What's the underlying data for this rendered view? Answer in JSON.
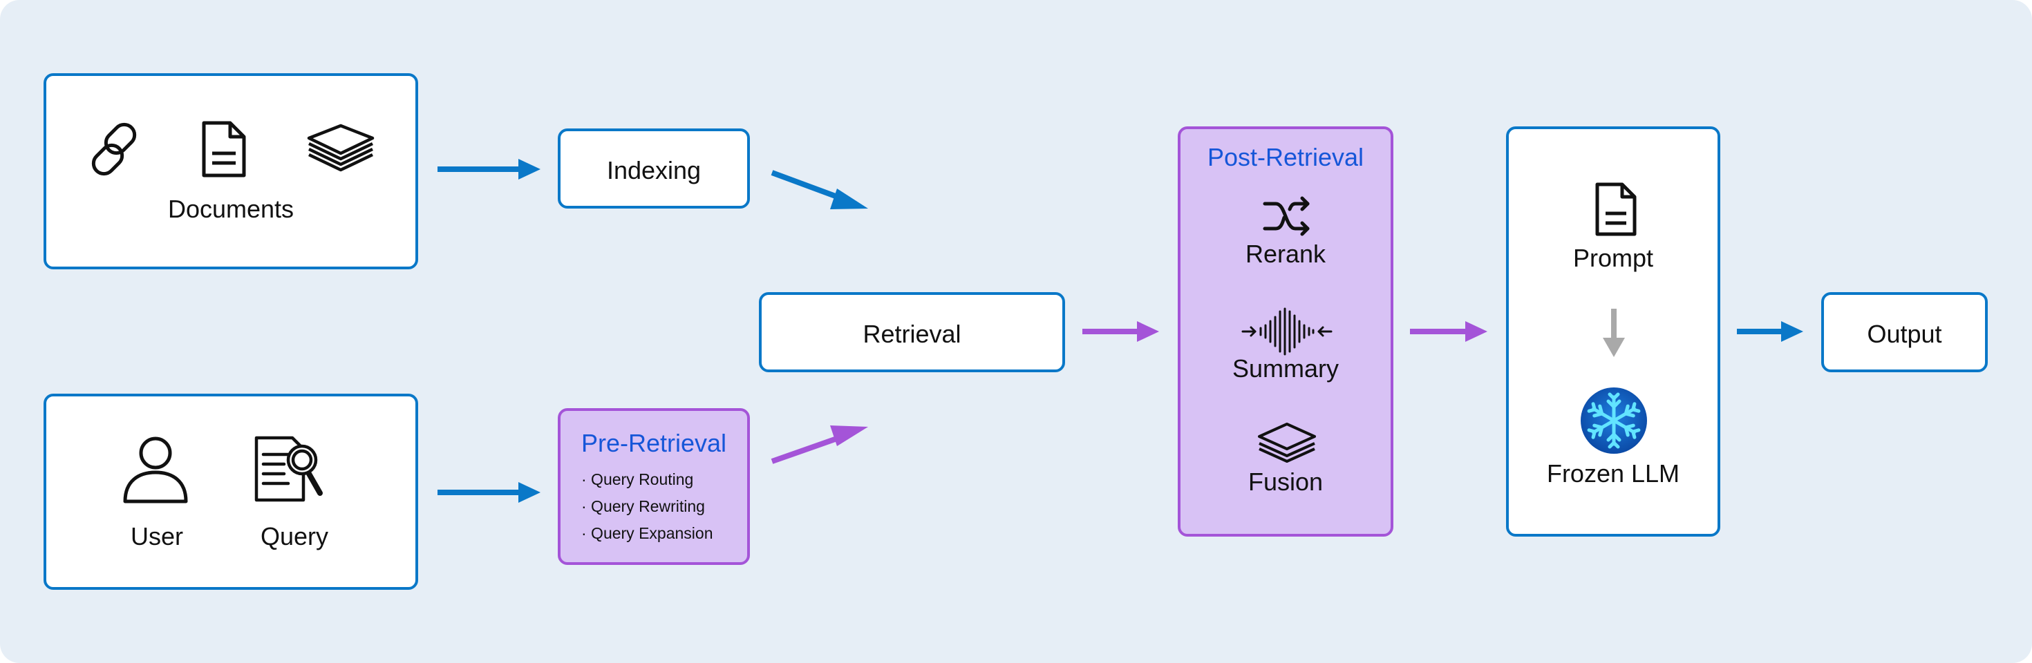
{
  "documents": {
    "label": "Documents",
    "icons": [
      "link-icon",
      "document-icon",
      "layers-icon"
    ]
  },
  "user_query": {
    "user_label": "User",
    "query_label": "Query",
    "icons": [
      "user-icon",
      "query-search-icon"
    ]
  },
  "indexing": {
    "label": "Indexing"
  },
  "pre_retrieval": {
    "title": "Pre-Retrieval",
    "items": [
      "· Query Routing",
      "· Query Rewriting",
      "· Query Expansion"
    ]
  },
  "retrieval": {
    "label": "Retrieval"
  },
  "post_retrieval": {
    "title": "Post-Retrieval",
    "steps": [
      {
        "label": "Rerank",
        "icon": "shuffle-icon"
      },
      {
        "label": "Summary",
        "icon": "waveform-compress-icon"
      },
      {
        "label": "Fusion",
        "icon": "layers-icon"
      }
    ]
  },
  "llm": {
    "prompt_label": "Prompt",
    "model_label": "Frozen LLM",
    "icons": [
      "prompt-document-icon",
      "down-arrow-icon",
      "snowflake-icon"
    ]
  },
  "output": {
    "label": "Output"
  },
  "colors": {
    "background": "#e6eef6",
    "blue": "#0a78c8",
    "purple": "#a454d8",
    "purple_fill": "#d8c2f5",
    "heading_blue": "#1656d8",
    "gray_arrow": "#a9a9a9"
  }
}
